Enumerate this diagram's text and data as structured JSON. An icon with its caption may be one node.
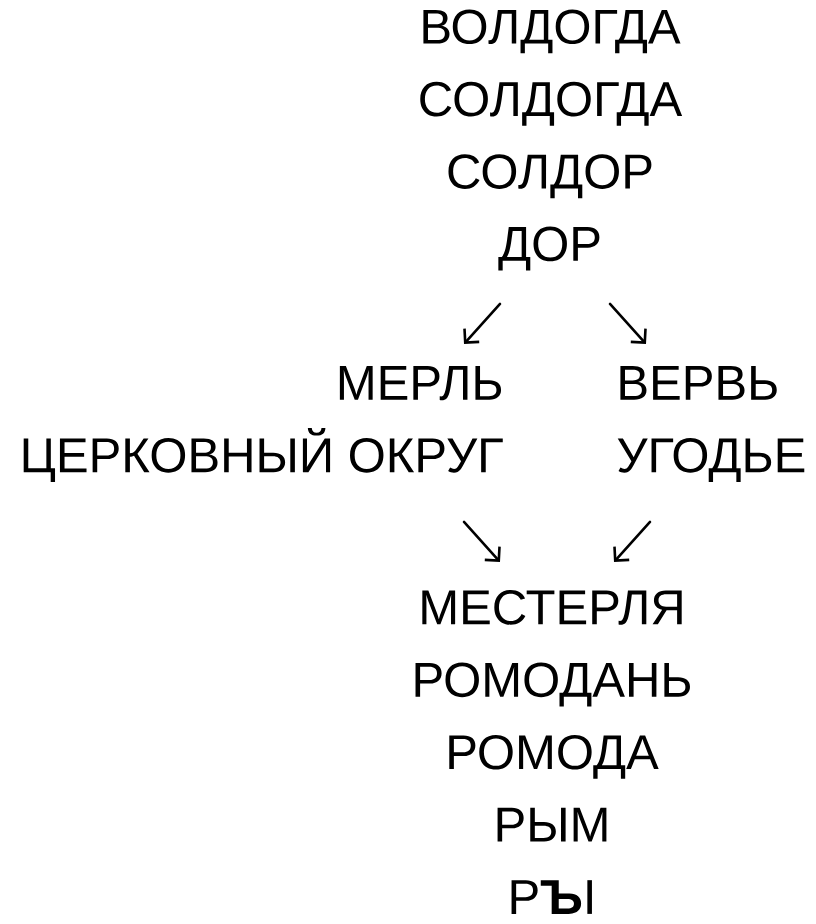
{
  "diagram": {
    "nodes": [
      {
        "text": [
          "ВОЛДОГДА",
          "СОЛДОГДА",
          "СОЛДОР",
          "ДОР"
        ]
      },
      {
        "text": [
          "МЕРЛЬ",
          "ЦЕРКОВНЫЙ ОКРУГ"
        ]
      },
      {
        "text": [
          "ВЕРВЬ",
          "УГОДЬЕ"
        ]
      },
      {
        "text": [
          "МЕСТЕРЛЯ",
          "РОМОДАНЬ",
          "РОМОДА",
          "РЫМ",
          "Р**Ъ**І"
        ]
      }
    ],
    "edges": [
      {
        "from": 0,
        "to": 1,
        "arrow": "to"
      },
      {
        "from": 0,
        "to": 2,
        "arrow": "to"
      },
      {
        "from": 1,
        "to": 3,
        "arrow": "to"
      },
      {
        "from": 2,
        "to": 3,
        "arrow": "to"
      }
    ]
  }
}
